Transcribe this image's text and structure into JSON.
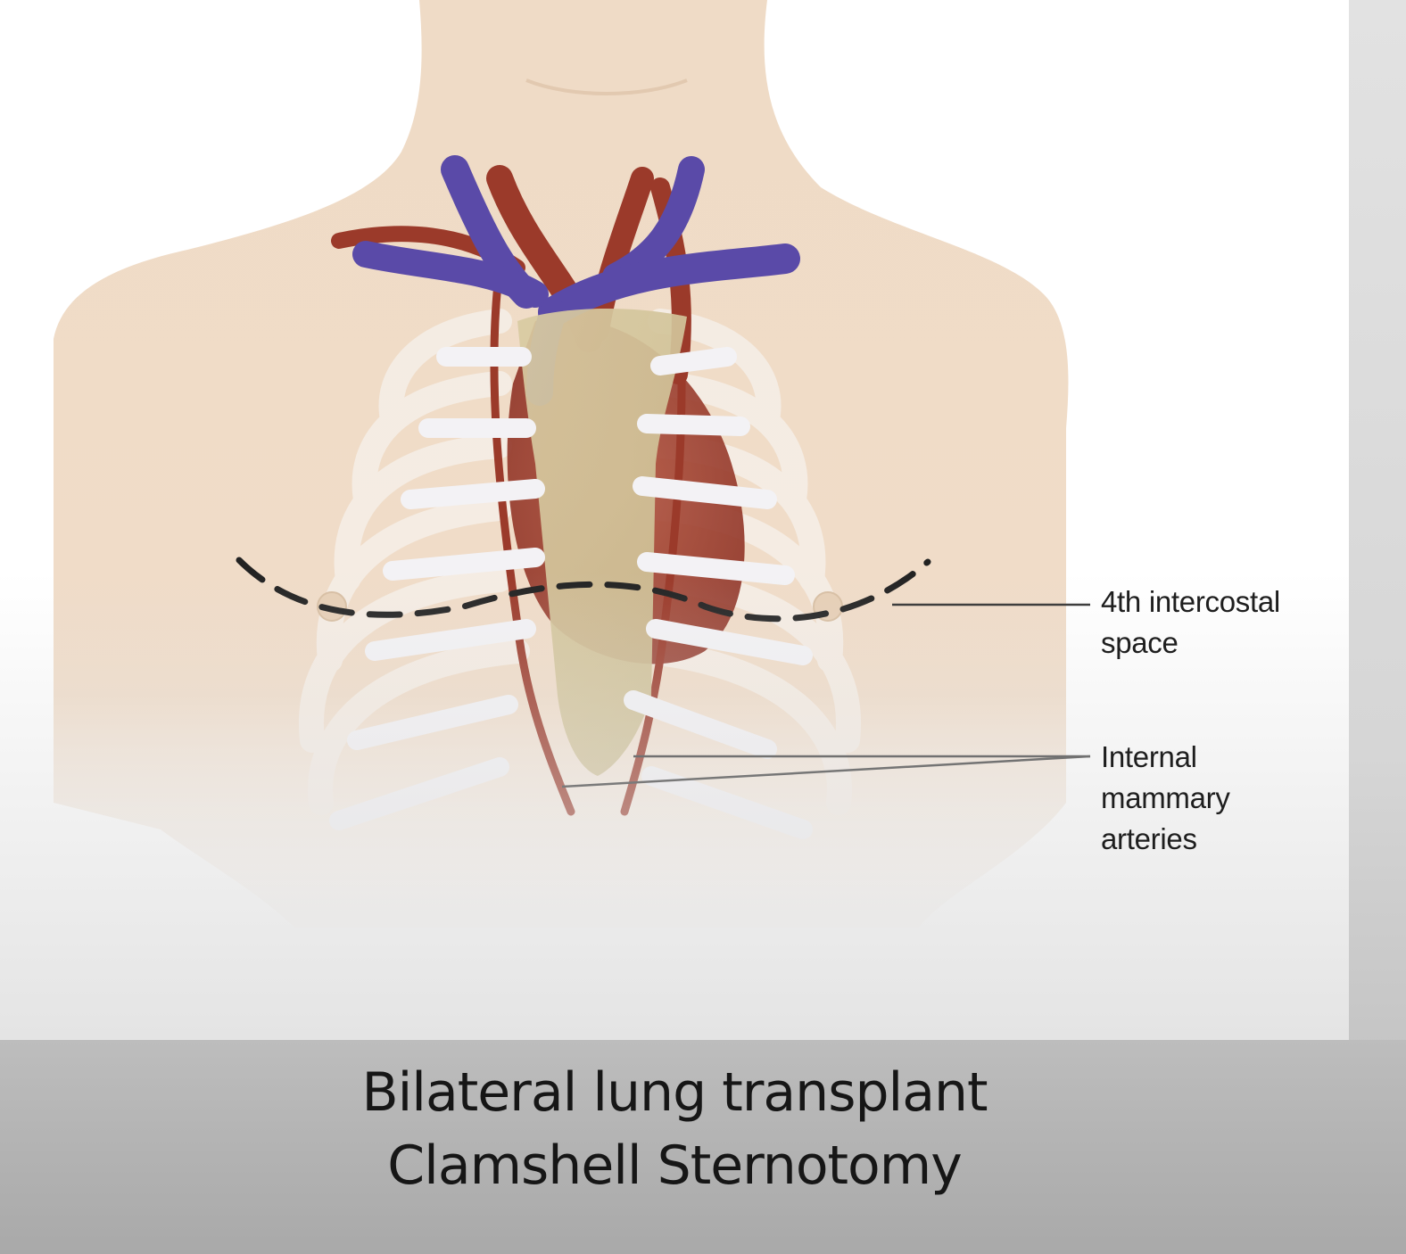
{
  "diagram": {
    "labels": {
      "intercostal": [
        "4th intercostal",
        "space"
      ],
      "mammary": [
        "Internal",
        "mammary",
        "arteries"
      ]
    }
  },
  "caption": {
    "line1": "Bilateral lung transplant",
    "line2": "Clamshell Sternotomy"
  },
  "colors": {
    "skin": "#efd9c2",
    "artery": "#9b3a2a",
    "vein": "#5a4aa8",
    "rib": "#f4f0ee",
    "sternum": "#d8c9a0",
    "incision": "#222222"
  }
}
